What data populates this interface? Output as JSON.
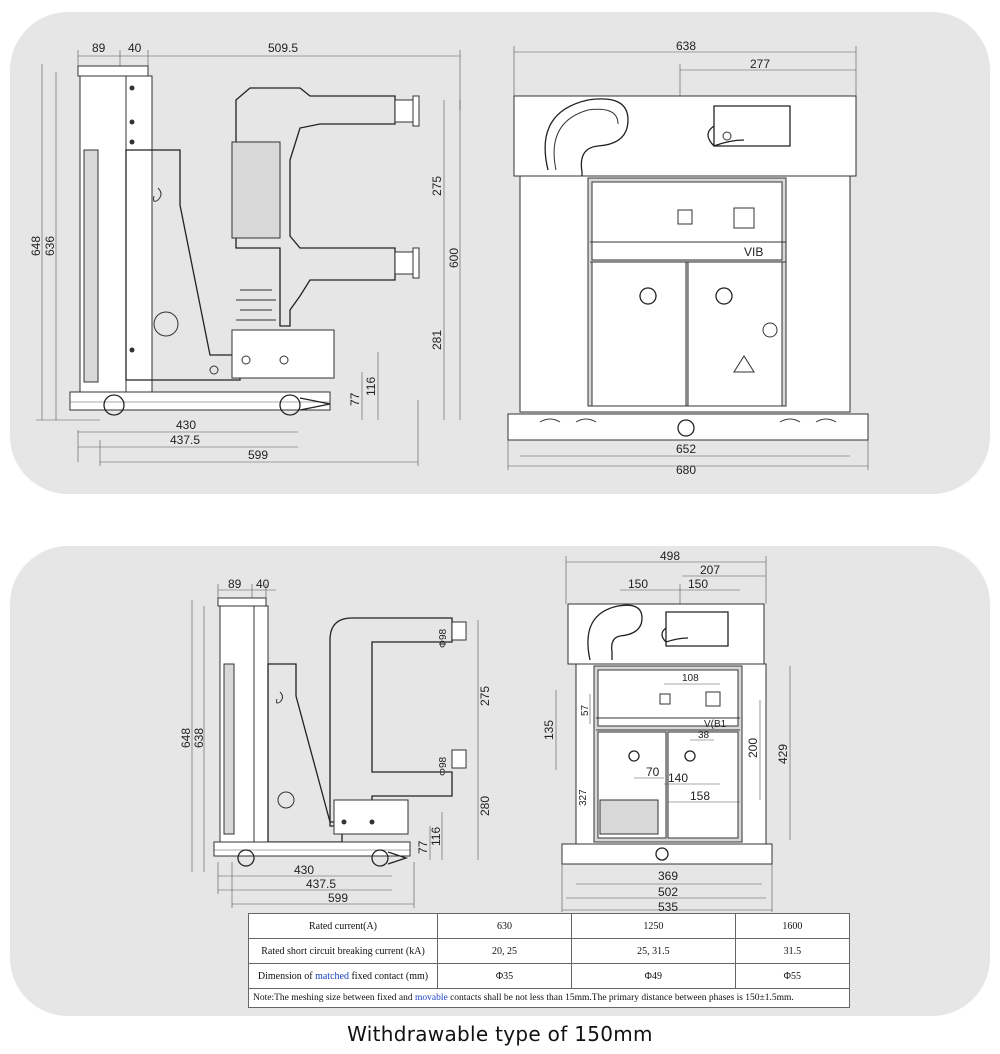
{
  "top_side": {
    "dims": {
      "w89": "89",
      "w40": "40",
      "w509_5": "509.5",
      "h648": "648",
      "h636": "636",
      "h275": "275",
      "h600": "600",
      "h281": "281",
      "h116": "116",
      "h77": "77",
      "b430": "430",
      "b437_5": "437.5",
      "b599": "599"
    }
  },
  "top_front": {
    "dims": {
      "w638": "638",
      "w277": "277",
      "b652": "652",
      "b680": "680"
    },
    "panel_label": "VIB"
  },
  "bottom_side": {
    "dims": {
      "w89": "89",
      "w40": "40",
      "h648": "648",
      "h638": "638",
      "phi98a": "Φ98",
      "phi98b": "Φ98",
      "h275": "275",
      "h280": "280",
      "h77": "77",
      "h116": "116",
      "b430": "430",
      "b437_5": "437.5",
      "b599": "599"
    }
  },
  "bottom_front": {
    "dims": {
      "w498": "498",
      "w207": "207",
      "w150a": "150",
      "w150b": "150",
      "w108": "108",
      "h57": "57",
      "h135": "135",
      "h200": "200",
      "h429": "429",
      "w38": "38",
      "w70": "70",
      "w140": "140",
      "w158": "158",
      "h327": "327",
      "b369": "369",
      "b502": "502",
      "b535": "535"
    },
    "panel_label": "V(B1"
  },
  "spec_table": {
    "headers": [
      "Rated current(A)",
      "630",
      "1250",
      "1600"
    ],
    "rows": [
      [
        "Rated short circuit breaking current (kA)",
        "20, 25",
        "25, 31.5",
        "31.5"
      ]
    ],
    "contact_row": {
      "label_pre": "Dimension of ",
      "label_hl": "matched",
      "label_post": " fixed contact (mm)",
      "values": [
        "Φ35",
        "Φ49",
        "Φ55"
      ]
    },
    "note_pre": "Note:The meshing size between fixed and ",
    "note_hl": "movable",
    "note_post": " contacts shall be not less than 15mm.The primary distance between phases is 150±1.5mm."
  },
  "caption": "Withdrawable type of 150mm"
}
